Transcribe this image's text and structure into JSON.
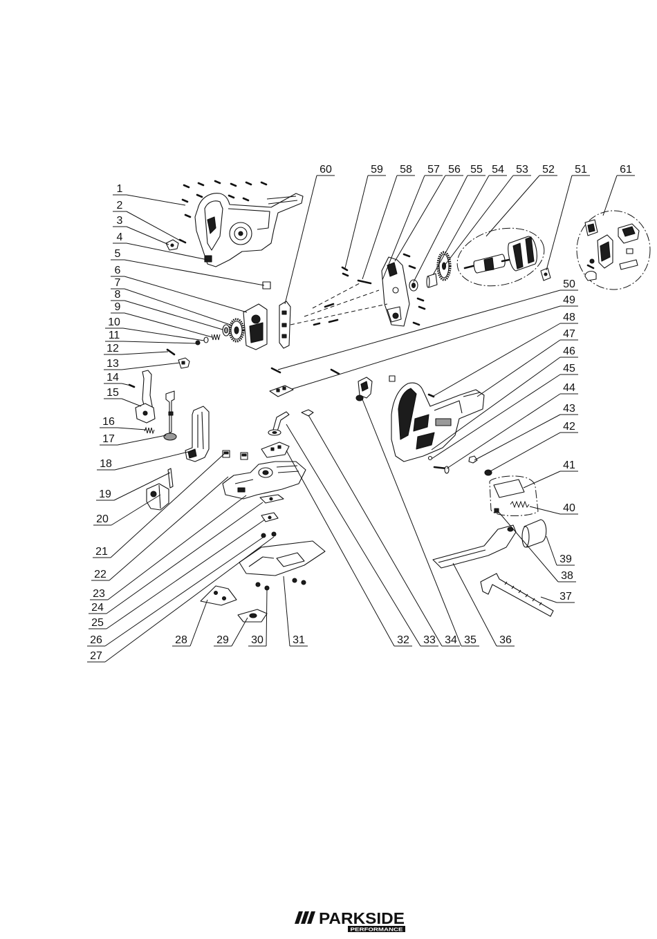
{
  "callouts": [
    "1",
    "2",
    "3",
    "4",
    "5",
    "6",
    "7",
    "8",
    "9",
    "10",
    "11",
    "12",
    "13",
    "14",
    "15",
    "16",
    "17",
    "18",
    "19",
    "20",
    "21",
    "22",
    "23",
    "24",
    "25",
    "26",
    "27",
    "28",
    "29",
    "30",
    "31",
    "32",
    "33",
    "34",
    "35",
    "36",
    "37",
    "38",
    "39",
    "40",
    "41",
    "42",
    "43",
    "44",
    "45",
    "46",
    "47",
    "48",
    "49",
    "50",
    "51",
    "52",
    "53",
    "54",
    "55",
    "56",
    "57",
    "58",
    "59",
    "60",
    "61"
  ],
  "logo": {
    "brand": "PARKSIDE",
    "line": "PERFORMANCE"
  }
}
